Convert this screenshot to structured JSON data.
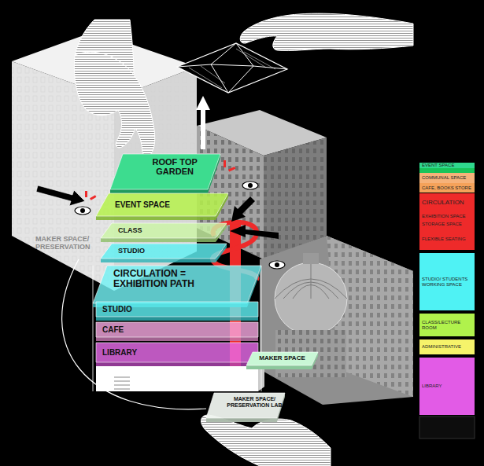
{
  "diagram": {
    "nodes": [
      {
        "text": [
          "ROOF TOP GARDEN"
        ]
      },
      {
        "text": [
          "EVENT SPACE"
        ]
      },
      {
        "text": [
          "CLASS"
        ]
      },
      {
        "text": [
          "STUDIO"
        ]
      },
      {
        "text": [
          "CIRCULATION = EXHIBITION PATH"
        ]
      },
      {
        "text": [
          "STUDIO"
        ]
      },
      {
        "text": [
          "CAFE"
        ]
      },
      {
        "text": [
          "LIBRARY"
        ]
      },
      {
        "text": [
          "MAKER SPACE"
        ]
      },
      {
        "text": [
          "MAKER SPACE/ PRESERVATION LAB"
        ]
      }
    ],
    "labels": [
      "MAKER SPACE/ PRESERVATION"
    ],
    "legend": [
      {
        "text": "EVENT SPACE",
        "color": "#2fd98e"
      },
      {
        "text": "COMMUNAL SPACE",
        "color": "#f6b27a"
      },
      {
        "text": "CAFE, BOOKS STORE",
        "color": "#f5a25a"
      },
      {
        "text": "CIRCULATION",
        "color": "#ee2a2a"
      },
      {
        "text": "EXHIBITION SPACE",
        "color": "#ee2a2a"
      },
      {
        "text": "STORAGE SPACE",
        "color": "#ee2a2a"
      },
      {
        "text": "FLEXIBLE SEATING",
        "color": "#ee2a2a"
      },
      {
        "text": "STUDIO/ STUDENTS WORKING SPACE",
        "color": "#4ff2f4"
      },
      {
        "text": "CLASS/LECTURE ROOM",
        "color": "#b0f24c"
      },
      {
        "text": "ADMINISTRATIVE",
        "color": "#f6f36a"
      },
      {
        "text": "LIBRARY",
        "color": "#e25be6"
      }
    ]
  }
}
